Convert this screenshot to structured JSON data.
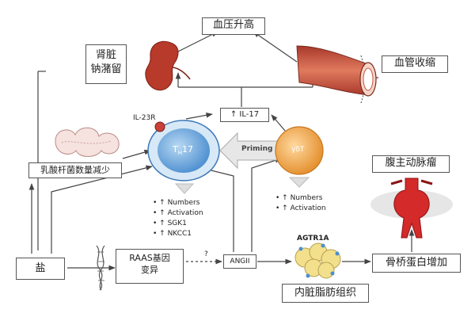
{
  "nodes": {
    "bp_high": "血压升高",
    "kidney_na1": "肾脏",
    "kidney_na2": "钠潴留",
    "vaso": "血管收缩",
    "lacto": "乳酸杆菌数量减少",
    "aaa": "腹主动脉瘤",
    "salt": "盐",
    "raas1": "RAAS基因",
    "raas2": "变异",
    "angii": "ANGII",
    "fat": "内脏脂肪组织",
    "opn": "骨桥蛋白增加",
    "il17": "↑ IL-17",
    "il23r": "IL-23R",
    "th17": "T",
    "th17_sub": "H",
    "th17_tail": "17",
    "gdt": "γδT",
    "priming": "Priming",
    "agtr1a": "AGTR1A",
    "question": "?"
  },
  "th17_list": [
    "• ↑ Numbers",
    "• ↑ Activation",
    "• ↑ SGK1",
    "• ↑ NKCC1"
  ],
  "gdt_list": [
    "• ↑ Numbers",
    "• ↑ Activation"
  ],
  "colors": {
    "th17_cell": "#5b9ad6",
    "gdt_cell": "#f0a445",
    "vessel": "#c8553d",
    "kidney": "#b83a2a",
    "aorta": "#d42a2a",
    "fat": "#f2e08c"
  }
}
